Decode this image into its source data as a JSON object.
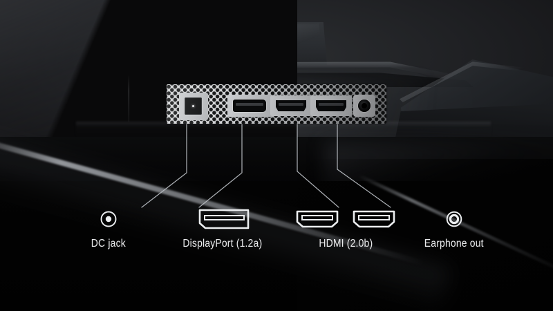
{
  "scene": {
    "title": "Monitor rear I/O port callout",
    "device": "monitor-rear-panel",
    "background_color": "#050505",
    "plate_color": "#c9cbce",
    "label_color": "#e9eaec",
    "leader_line_color": "#b9bdc2"
  },
  "physical_ports": [
    {
      "id": "dc-jack",
      "icon": "dc-power-jack-port",
      "shape": "square-barrel"
    },
    {
      "id": "displayport",
      "icon": "displayport-port",
      "shape": "displayport"
    },
    {
      "id": "hdmi-1",
      "icon": "hdmi-port",
      "shape": "hdmi"
    },
    {
      "id": "hdmi-2",
      "icon": "hdmi-port",
      "shape": "hdmi"
    },
    {
      "id": "earphone-out",
      "icon": "audio-jack-port",
      "shape": "round-3.5mm"
    }
  ],
  "legend": {
    "items": [
      {
        "key": "dc-jack",
        "label": "DC jack",
        "icon": "dc-power-jack-icon"
      },
      {
        "key": "displayport",
        "label": "DisplayPort (1.2a)",
        "icon": "displayport-icon"
      },
      {
        "key": "hdmi",
        "label": "HDMI (2.0b)",
        "icon": "hdmi-icon"
      },
      {
        "key": "earphone-out",
        "label": "Earphone out",
        "icon": "earphone-out-icon"
      }
    ]
  },
  "callouts": [
    {
      "from": "dc-jack",
      "to": "dc-jack-label"
    },
    {
      "from": "displayport",
      "to": "displayport-label"
    },
    {
      "from": "hdmi",
      "to": "hdmi-label"
    },
    {
      "from": "earphone-out",
      "to": "earphone-out-label"
    }
  ]
}
